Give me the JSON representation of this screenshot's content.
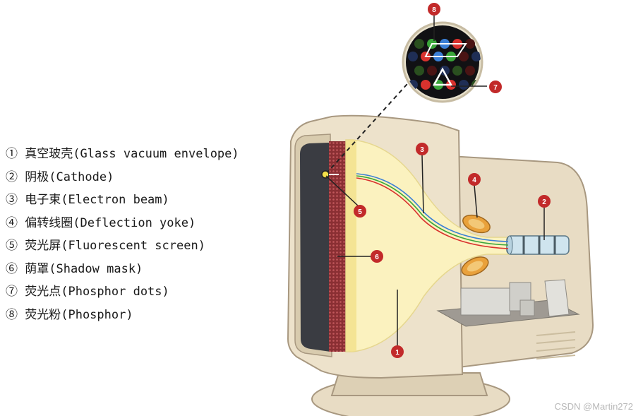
{
  "legend": [
    "① 真空玻壳(Glass vacuum envelope)",
    "② 阴极(Cathode)",
    "③ 电子束(Electron beam)",
    "④ 偏转线圈(Deflection yoke)",
    "⑤ 荧光屏(Fluorescent screen)",
    "⑥ 荫罩(Shadow mask)",
    "⑦ 荧光点(Phosphor dots)",
    "⑧ 荧光粉(Phosphor)"
  ],
  "callouts": [
    "1",
    "2",
    "3",
    "4",
    "5",
    "6",
    "7",
    "8"
  ],
  "watermark": "CSDN @Martin272",
  "colors": {
    "casing": "#e8dcc4",
    "casing_edge": "#a89880",
    "glass": "#fbf2bf",
    "shadow_mask": "#9b3a3e",
    "badge": "#c22a2a",
    "beam_red": "#d9322e",
    "beam_green": "#3aa63a",
    "beam_blue": "#3a7fd6"
  }
}
